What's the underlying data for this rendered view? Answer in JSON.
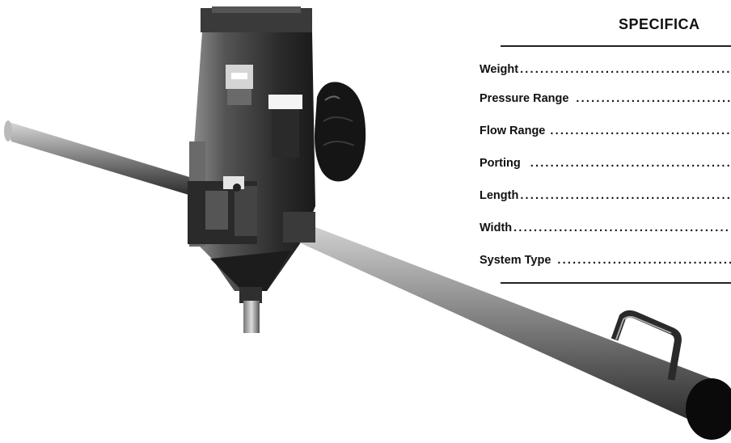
{
  "spec": {
    "title": "SPECIFICA",
    "rows": [
      {
        "label": "Weight"
      },
      {
        "label": "Pressure Range"
      },
      {
        "label": "Flow Range"
      },
      {
        "label": "Porting"
      },
      {
        "label": "Length"
      },
      {
        "label": "Width"
      },
      {
        "label": "System Type"
      }
    ],
    "dots": "................................................"
  }
}
